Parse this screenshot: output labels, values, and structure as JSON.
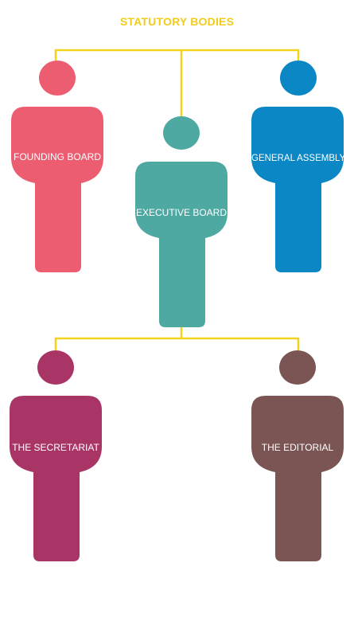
{
  "title": "STATUTORY BODIES",
  "colors": {
    "connector": "#f2d21b",
    "title": "#f2cc1c",
    "founding": "#ec5d72",
    "executive": "#4ea9a3",
    "general": "#0a87c4",
    "secretariat": "#a93567",
    "editorial": "#7a5553"
  },
  "bodies": {
    "founding_board": "FOUNDING BOARD",
    "executive_board": "EXECUTIVE BOARD",
    "general_assembly": "GENERAL ASSEMBLY",
    "secretariat": "THE SECRETARIAT",
    "editorial": "THE EDITORIAL"
  }
}
